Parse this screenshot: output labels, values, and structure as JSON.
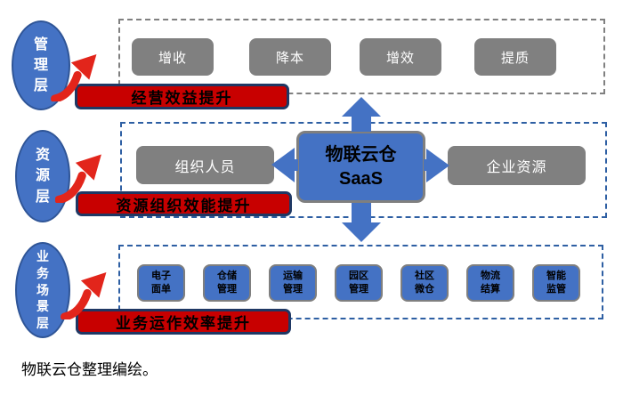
{
  "colors": {
    "box_blue": "#4472C4",
    "ellipse_border_blue": "#2F5597",
    "gray_box": "#808080",
    "banner_red": "#C80000",
    "banner_border_navy": "#1F3864",
    "curved_arrow_red": "#E2251B",
    "dash_border_gray": "#808080",
    "dash_border_blue": "#2E5FA3"
  },
  "layers": [
    {
      "ellipse_label": "管\n理\n层",
      "banner_label": "经营效益提升",
      "boxes": [
        "增收",
        "降本",
        "增效",
        "提质"
      ]
    },
    {
      "ellipse_label": "资\n源\n层",
      "banner_label": "资源组织效能提升",
      "left_box": "组织人员",
      "center_box": "物联云仓\nSaaS",
      "right_box": "企业资源"
    },
    {
      "ellipse_label": "业\n务\n场\n景\n层",
      "banner_label": "业务运作效率提升",
      "boxes": [
        "电子\n面单",
        "仓储\n管理",
        "运输\n管理",
        "园区\n管理",
        "社区\n微仓",
        "物流\n结算",
        "智能\n监管"
      ]
    }
  ],
  "caption": "物联云仓整理编绘。"
}
